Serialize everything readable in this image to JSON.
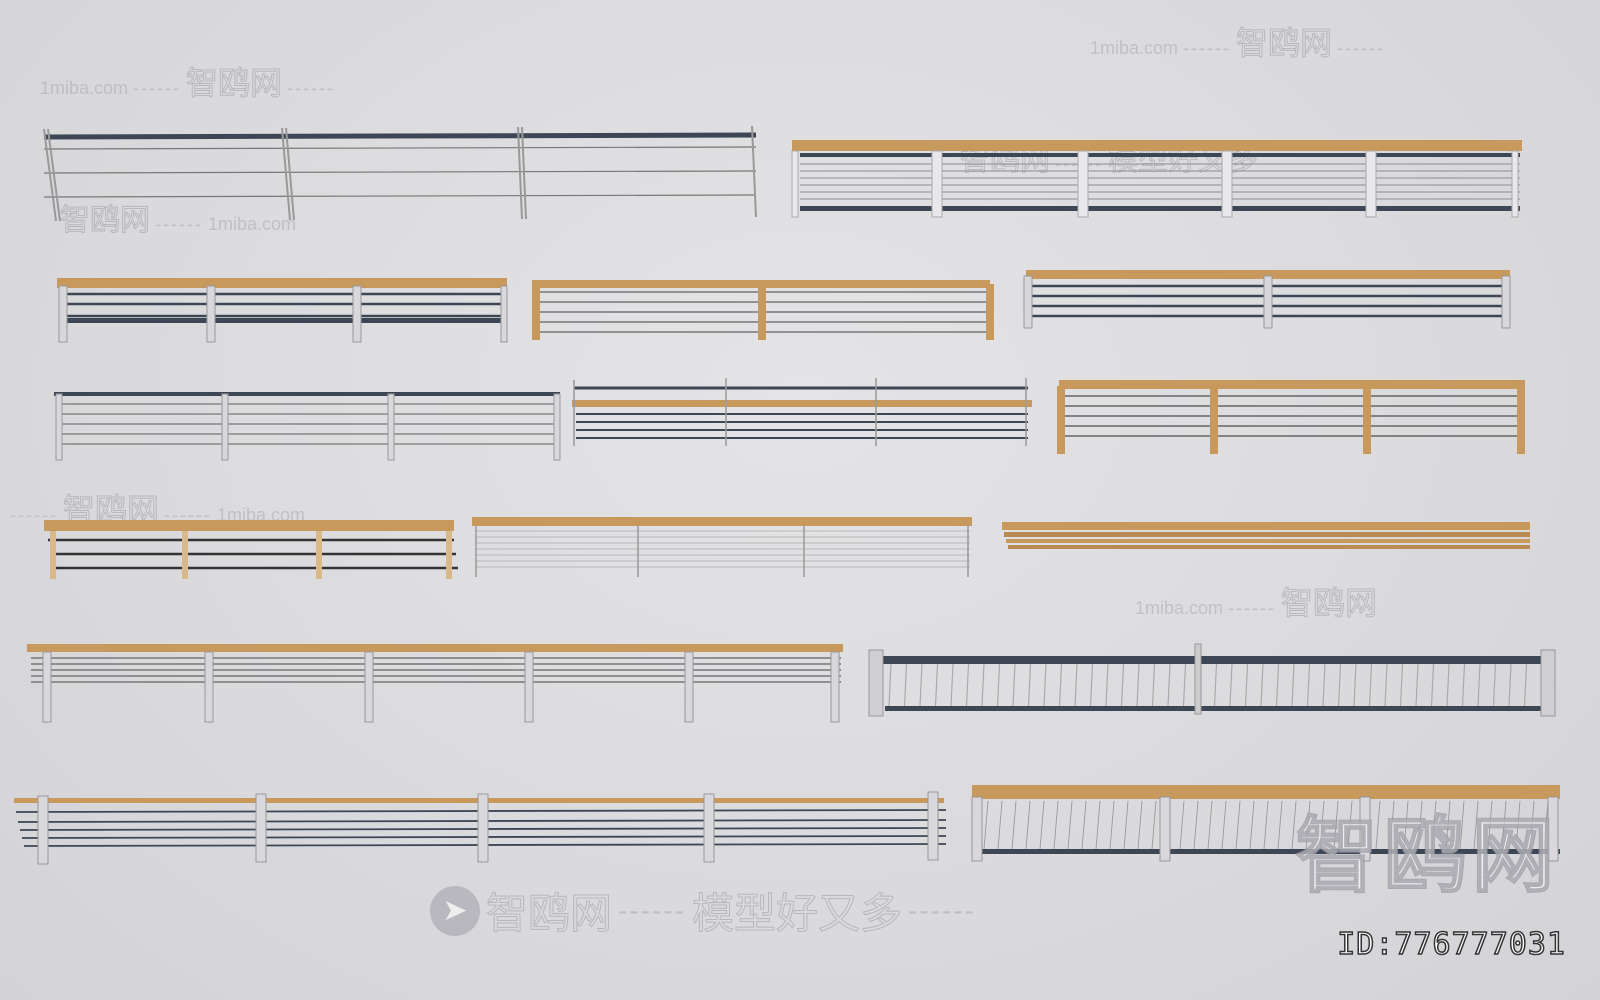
{
  "scene": {
    "title": "Railing models collection render",
    "background_color": "#dcdcdf",
    "colors": {
      "wood": "#c8995c",
      "wood_dark": "#a87a42",
      "steel": "#b9bcc2",
      "steel_dark": "#3d4654",
      "shadow": "#9aa3b5"
    }
  },
  "watermarks": {
    "site": "1miba.com",
    "brand": "智鸥网",
    "slogan": "模型好又多",
    "dashes": "------",
    "big_brand": "智鸥网",
    "id_label": "ID:776777031",
    "logo_icon": "bird-icon"
  },
  "railings": [
    {
      "id": 1,
      "style": "steel-cable",
      "posts": 4
    },
    {
      "id": 2,
      "style": "wood-top-horizontal-bars",
      "posts": 6
    },
    {
      "id": 3,
      "style": "wood-top-steel-posts",
      "posts": 4
    },
    {
      "id": 4,
      "style": "wood-posts-horizontal-bars",
      "posts": 3
    },
    {
      "id": 5,
      "style": "wood-top-steel-frame",
      "posts": 3
    },
    {
      "id": 6,
      "style": "steel-top-horizontal-bars",
      "posts": 4
    },
    {
      "id": 7,
      "style": "wood-shelf-cable",
      "posts": 4
    },
    {
      "id": 8,
      "style": "wood-top-wood-posts",
      "posts": 4
    },
    {
      "id": 9,
      "style": "wood-top-wood-posts-3bars",
      "posts": 4
    },
    {
      "id": 10,
      "style": "wood-top-fine-cables",
      "posts": 4
    },
    {
      "id": 11,
      "style": "wood-slats",
      "posts": 0
    },
    {
      "id": 12,
      "style": "wood-top-bracket-posts",
      "posts": 6
    },
    {
      "id": 13,
      "style": "steel-vertical-balusters",
      "posts": 3
    },
    {
      "id": 14,
      "style": "wood-top-clamp-posts",
      "posts": 5
    },
    {
      "id": 15,
      "style": "wood-top-vertical-cables",
      "posts": 4
    }
  ]
}
